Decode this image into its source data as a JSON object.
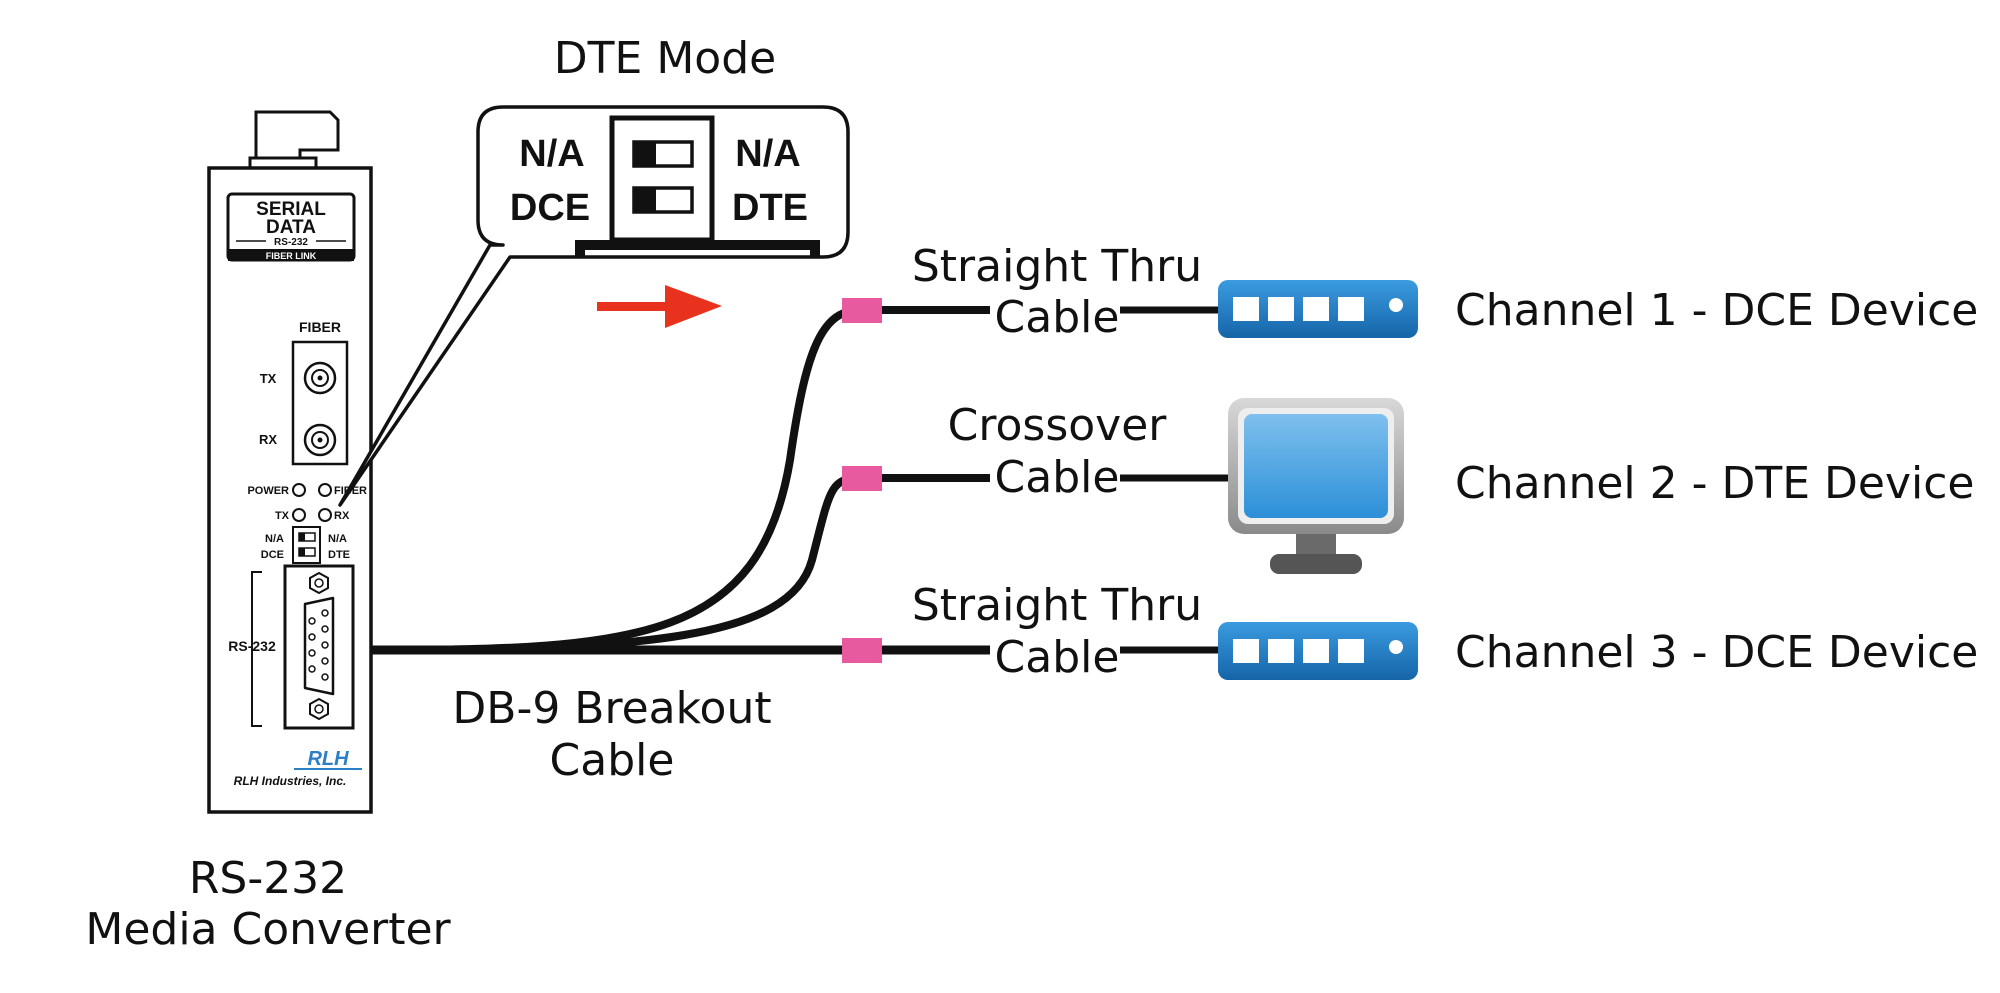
{
  "converter": {
    "brand_line1": "SERIAL",
    "brand_line2": "DATA",
    "brand_line3": "RS-232",
    "brand_line4": "FIBER LINK",
    "fiber_label": "FIBER",
    "tx_label": "TX",
    "rx_label": "RX",
    "led_power": "POWER",
    "led_fiber": "FIBER",
    "led_tx": "TX",
    "led_rx": "RX",
    "switch_left_top": "N/A",
    "switch_left_bottom": "DCE",
    "switch_right_top": "N/A",
    "switch_right_bottom": "DTE",
    "port_label": "RS-232",
    "maker_logo": "RLH",
    "maker_name": "RLH Industries, Inc.",
    "caption_line1": "RS-232",
    "caption_line2": "Media Converter"
  },
  "callout": {
    "title": "DTE Mode",
    "left_top": "N/A",
    "left_bottom": "DCE",
    "right_top": "N/A",
    "right_bottom": "DTE"
  },
  "breakout": {
    "line1": "DB-9 Breakout",
    "line2": "Cable"
  },
  "channels": [
    {
      "cable_line1": "Straight Thru",
      "cable_line2": "Cable",
      "device_label": "Channel 1 - DCE Device",
      "device_icon": "network-device-icon"
    },
    {
      "cable_line1": "Crossover",
      "cable_line2": "Cable",
      "device_label": "Channel 2 - DTE Device",
      "device_icon": "monitor-icon"
    },
    {
      "cable_line1": "Straight Thru",
      "cable_line2": "Cable",
      "device_label": "Channel 3 - DCE Device",
      "device_icon": "network-device-icon"
    }
  ],
  "colors": {
    "connector": "#e85aa0",
    "arrow": "#e8321e",
    "device_blue": "#1e7dc4",
    "monitor_screen": "#3f9fe0"
  }
}
